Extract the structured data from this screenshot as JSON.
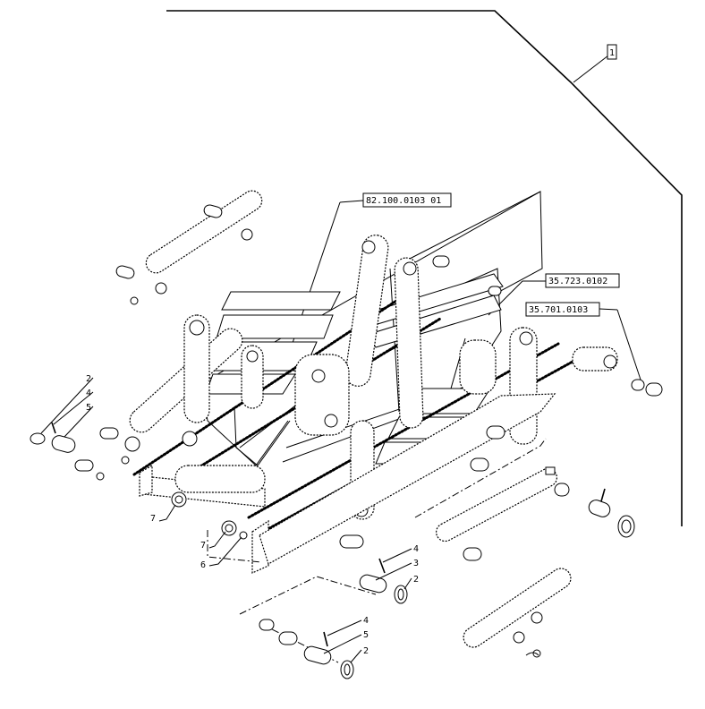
{
  "references": {
    "ref_main": "82.100.0103 01",
    "ref_1": "35.723.0102",
    "ref_2": "35.701.0103",
    "ref_top": "1"
  },
  "callouts": {
    "left_top": "2",
    "left_mid": "4",
    "left_low": "5",
    "left_seven": "7",
    "mid_seven": "7",
    "mid_six": "6",
    "right_four": "4",
    "right_three": "3",
    "right_two": "2",
    "bottom_four": "4",
    "bottom_five": "5",
    "bottom_two": "2"
  }
}
